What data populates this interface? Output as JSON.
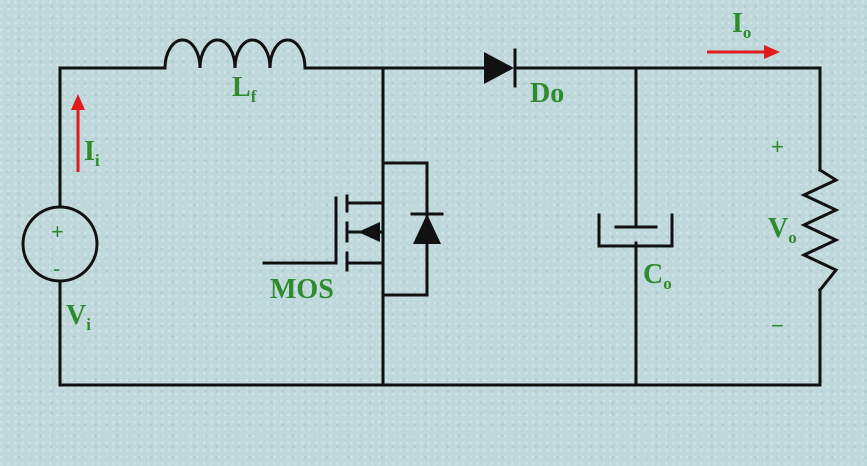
{
  "labels": {
    "inductor": {
      "main": "L",
      "sub": "f"
    },
    "diode": {
      "main": "Do"
    },
    "mos": {
      "main": "MOS"
    },
    "capacitor": {
      "main": "C",
      "sub": "o"
    },
    "output_voltage": {
      "main": "V",
      "sub": "o"
    },
    "input_voltage": {
      "main": "V",
      "sub": "i"
    },
    "input_current": {
      "main": "I",
      "sub": "i"
    },
    "output_current": {
      "main": "I",
      "sub": "o"
    }
  },
  "signs": {
    "source_plus": "+",
    "source_minus": "-",
    "load_plus": "+",
    "load_minus": "−"
  },
  "colors": {
    "background": "#bfd8dc",
    "wire": "#111111",
    "label": "#2e8b2e",
    "current_arrow": "#e01c1c"
  }
}
